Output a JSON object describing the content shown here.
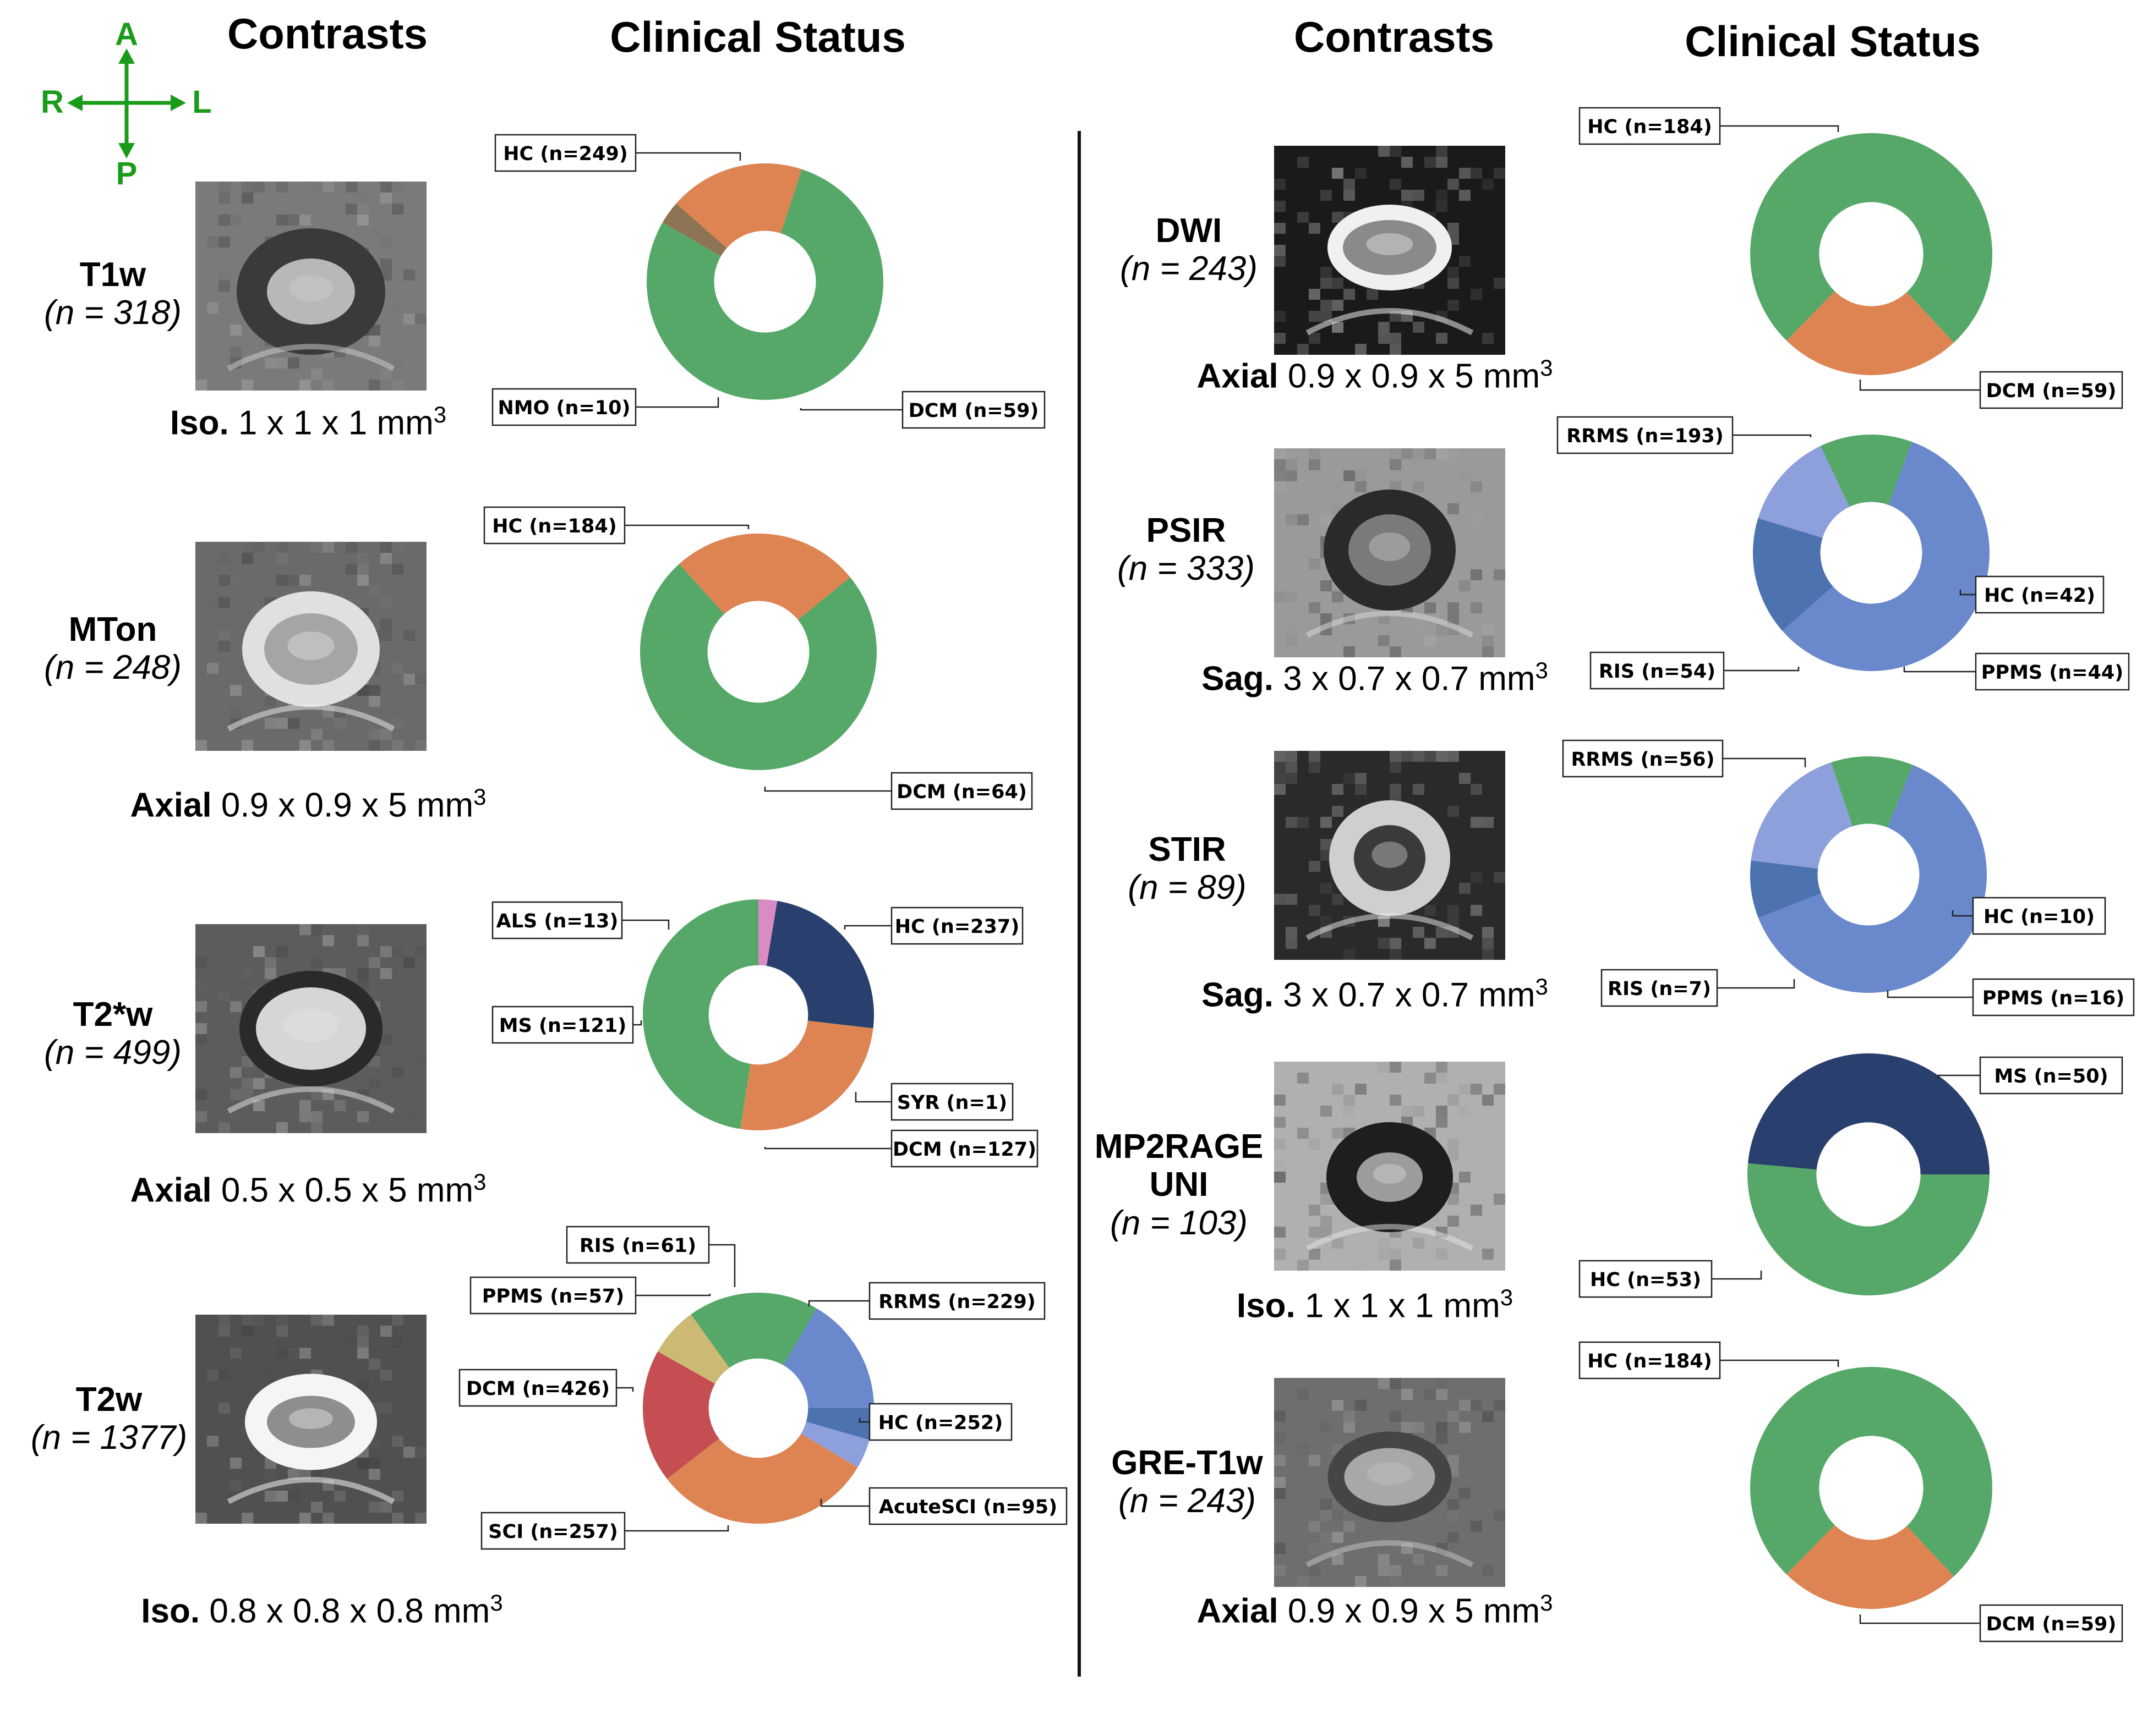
{
  "orientation": {
    "anterior": "A",
    "posterior": "P",
    "right": "R",
    "left": "L",
    "color": "#1a9c1a"
  },
  "headers": {
    "contrasts_left": "Contrasts",
    "status_left": "Clinical Status",
    "contrasts_right": "Contrasts",
    "status_right": "Clinical Status"
  },
  "colors": {
    "HC": "#55a868",
    "DCM": "#dd8452",
    "NMO": "#8c7454",
    "ALS": "#da8bc3",
    "MS": "#29406e",
    "SYR": "#dd8452",
    "RIS": "#4c72b0",
    "PPMS": "#8da0dc",
    "RRMS": "#6a88cc",
    "SCI": "#c44e52",
    "AcuteSCI": "#ccb974"
  },
  "contrasts": [
    {
      "name": "T1w",
      "n": "(n = 318)",
      "orient": "Iso.",
      "res": "1 x 1 x 1 mm",
      "sup": "3"
    },
    {
      "name": "MTon",
      "n": "(n = 248)",
      "orient": "Axial",
      "res": "0.9 x 0.9 x 5 mm",
      "sup": "3"
    },
    {
      "name": "T2*w",
      "n": "(n = 499)",
      "orient": "Axial",
      "res": "0.5 x 0.5 x 5 mm",
      "sup": "3"
    },
    {
      "name": "T2w",
      "n": "(n = 1377)",
      "orient": "Iso.",
      "res": "0.8 x 0.8 x 0.8 mm",
      "sup": "3"
    },
    {
      "name": "DWI",
      "n": "(n = 243)",
      "orient": "Axial",
      "res": "0.9 x 0.9 x 5 mm",
      "sup": "3"
    },
    {
      "name": "PSIR",
      "n": "(n = 333)",
      "orient": "Sag.",
      "res": "3 x 0.7 x 0.7 mm",
      "sup": "3"
    },
    {
      "name": "STIR",
      "n": "(n = 89)",
      "orient": "Sag.",
      "res": "3 x 0.7 x 0.7 mm",
      "sup": "3"
    },
    {
      "name": "MP2RAGE",
      "name2": "UNI",
      "n": "(n = 103)",
      "orient": "Iso.",
      "res": "1 x 1 x 1 mm",
      "sup": "3"
    },
    {
      "name": "GRE-T1w",
      "n": "(n = 243)",
      "orient": "Axial",
      "res": "0.9 x 0.9 x 5 mm",
      "sup": "3"
    }
  ],
  "chart_data": [
    {
      "type": "pie",
      "hole": "donut",
      "contrast": "T1w",
      "slices": [
        {
          "label": "HC (n=249)",
          "group": "HC",
          "value": 249
        },
        {
          "label": "DCM (n=59)",
          "group": "DCM",
          "value": 59
        },
        {
          "label": "NMO (n=10)",
          "group": "NMO",
          "value": 10
        }
      ]
    },
    {
      "type": "pie",
      "hole": "donut",
      "contrast": "MTon",
      "slices": [
        {
          "label": "HC (n=184)",
          "group": "HC",
          "value": 184
        },
        {
          "label": "DCM (n=64)",
          "group": "DCM",
          "value": 64
        }
      ]
    },
    {
      "type": "pie",
      "hole": "donut",
      "contrast": "T2*w",
      "slices": [
        {
          "label": "HC (n=237)",
          "group": "HC",
          "value": 237
        },
        {
          "label": "SYR (n=1)",
          "group": "SYR",
          "value": 1
        },
        {
          "label": "DCM (n=127)",
          "group": "DCM",
          "value": 127
        },
        {
          "label": "MS (n=121)",
          "group": "MS",
          "value": 121
        },
        {
          "label": "ALS (n=13)",
          "group": "ALS",
          "value": 13
        }
      ]
    },
    {
      "type": "pie",
      "hole": "donut",
      "contrast": "T2w",
      "slices": [
        {
          "label": "RRMS (n=229)",
          "group": "RRMS",
          "value": 229
        },
        {
          "label": "HC (n=252)",
          "group": "HC",
          "value": 252
        },
        {
          "label": "AcuteSCI (n=95)",
          "group": "AcuteSCI",
          "value": 95
        },
        {
          "label": "SCI (n=257)",
          "group": "SCI",
          "value": 257
        },
        {
          "label": "DCM (n=426)",
          "group": "DCM",
          "value": 426
        },
        {
          "label": "PPMS (n=57)",
          "group": "PPMS",
          "value": 57
        },
        {
          "label": "RIS (n=61)",
          "group": "RIS",
          "value": 61
        }
      ]
    },
    {
      "type": "pie",
      "hole": "donut",
      "contrast": "DWI",
      "slices": [
        {
          "label": "HC (n=184)",
          "group": "HC",
          "value": 184
        },
        {
          "label": "DCM (n=59)",
          "group": "DCM",
          "value": 59
        }
      ]
    },
    {
      "type": "pie",
      "hole": "donut",
      "contrast": "PSIR",
      "slices": [
        {
          "label": "HC (n=42)",
          "group": "HC",
          "value": 42
        },
        {
          "label": "PPMS (n=44)",
          "group": "PPMS",
          "value": 44
        },
        {
          "label": "RIS (n=54)",
          "group": "RIS",
          "value": 54
        },
        {
          "label": "RRMS (n=193)",
          "group": "RRMS",
          "value": 193
        }
      ]
    },
    {
      "type": "pie",
      "hole": "donut",
      "contrast": "STIR",
      "slices": [
        {
          "label": "HC (n=10)",
          "group": "HC",
          "value": 10
        },
        {
          "label": "PPMS (n=16)",
          "group": "PPMS",
          "value": 16
        },
        {
          "label": "RIS (n=7)",
          "group": "RIS",
          "value": 7
        },
        {
          "label": "RRMS (n=56)",
          "group": "RRMS",
          "value": 56
        }
      ]
    },
    {
      "type": "pie",
      "hole": "donut",
      "contrast": "MP2RAGE UNI",
      "slices": [
        {
          "label": "MS (n=50)",
          "group": "MS",
          "value": 50
        },
        {
          "label": "HC (n=53)",
          "group": "HC",
          "value": 53
        }
      ]
    },
    {
      "type": "pie",
      "hole": "donut",
      "contrast": "GRE-T1w",
      "slices": [
        {
          "label": "HC (n=184)",
          "group": "HC",
          "value": 184
        },
        {
          "label": "DCM (n=59)",
          "group": "DCM",
          "value": 59
        }
      ]
    }
  ]
}
